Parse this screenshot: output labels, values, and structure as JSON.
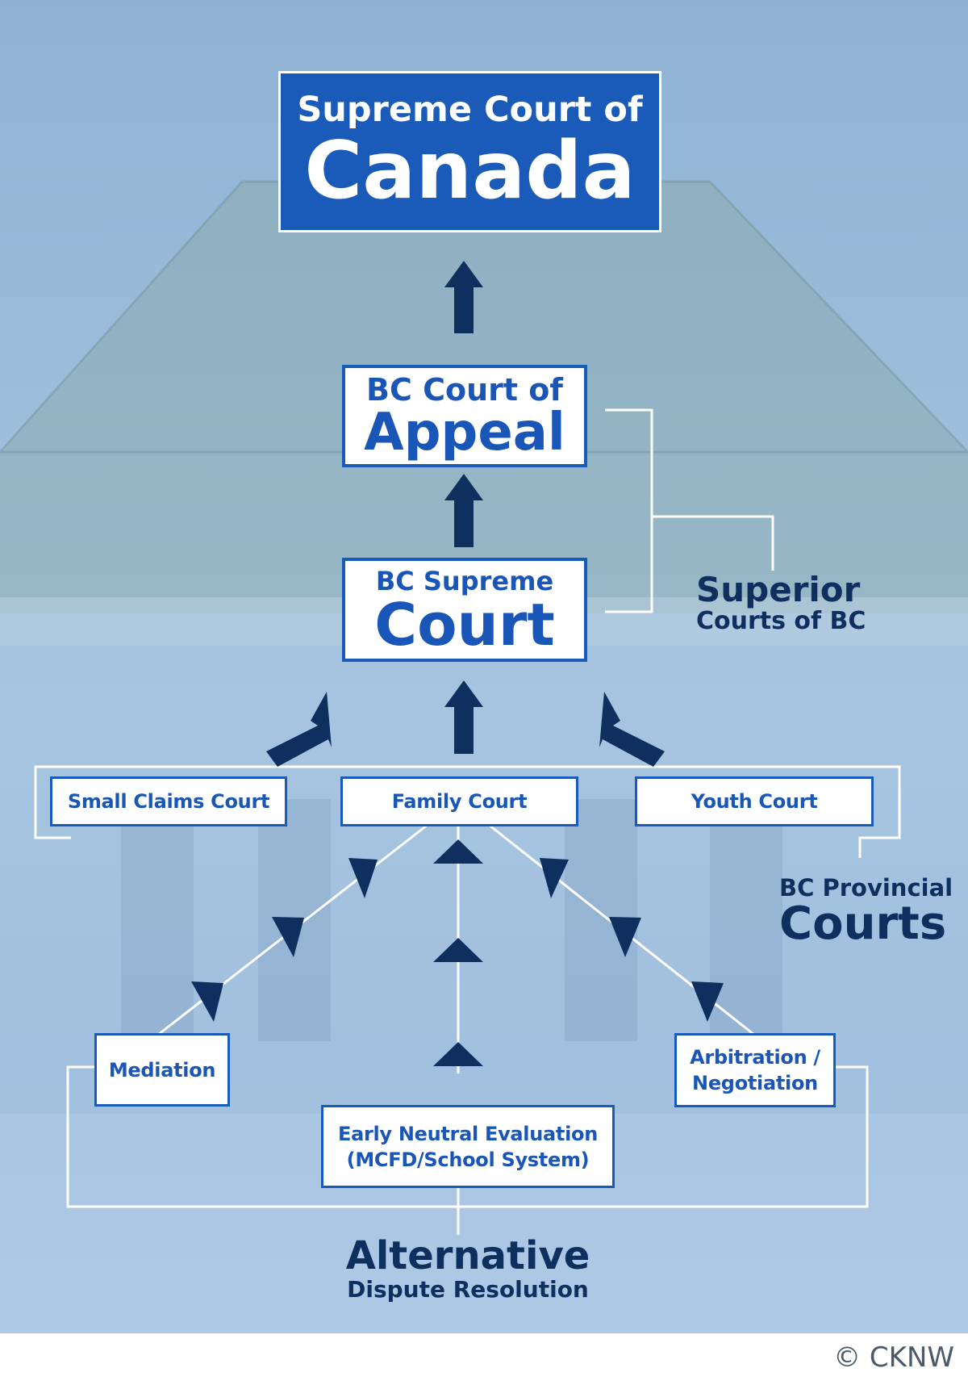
{
  "diagram": {
    "supreme_court_canada": {
      "line1": "Supreme Court of",
      "line2": "Canada"
    },
    "bc_court_of_appeal": {
      "line1": "BC Court of",
      "line2": "Appeal"
    },
    "bc_supreme_court": {
      "line1": "BC Supreme",
      "line2": "Court"
    },
    "superior_label": {
      "line1": "Superior",
      "line2": "Courts of BC"
    },
    "provincial_courts": [
      "Small Claims Court",
      "Family Court",
      "Youth Court"
    ],
    "provincial_label": {
      "line1": "BC Provincial",
      "line2": "Courts"
    },
    "adr": {
      "mediation": "Mediation",
      "arbitration": {
        "line1": "Arbitration /",
        "line2": "Negotiation"
      },
      "early_neutral": {
        "line1": "Early Neutral Evaluation",
        "line2": "(MCFD/School System)"
      }
    },
    "adr_label": {
      "line1": "Alternative",
      "line2": "Dispute Resolution"
    }
  },
  "credit": "© CKNW",
  "colors": {
    "box_blue": "#1a5ab9",
    "arrow_navy": "#0f2f5e",
    "label_navy": "#0f2f5e",
    "background": "#9ebfe0"
  }
}
